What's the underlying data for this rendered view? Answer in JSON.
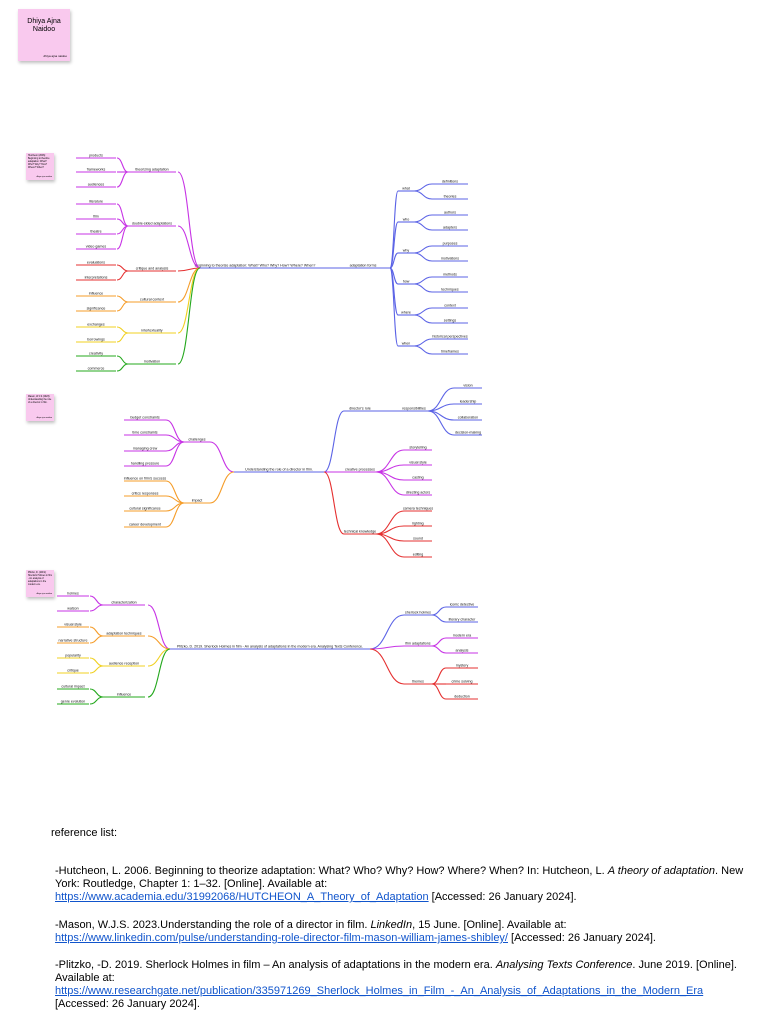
{
  "name_note": {
    "title": "Dhiya Ajna Naidoo",
    "signature": "dhiya ajna naidoo"
  },
  "maps": [
    {
      "mini_note": {
        "text": "Hutcheon (2006): Beginning to theorize adaptation: What? Who? Why? How? Where? When?",
        "signature": "dhiya ajna naidoo"
      },
      "center": {
        "label": "Beginning to theorize adaptation: What? Who? Why? How? Where? When?"
      },
      "left": [
        {
          "label": "theorizing adaptation",
          "color": "#c733e5",
          "children": [
            "products",
            "frameworks",
            "audiences"
          ]
        },
        {
          "label": "double-sided adaptations",
          "color": "#c733e5",
          "children": [
            "literature",
            "film",
            "theatre",
            "video games"
          ]
        },
        {
          "label": "critique and analysis",
          "color": "#e53030",
          "children": [
            "evaluations",
            "interpretations"
          ]
        },
        {
          "label": "cultural context",
          "color": "#f59d2a",
          "children": [
            "influence",
            "significance"
          ]
        },
        {
          "label": "intertextuality",
          "color": "#f0d020",
          "children": [
            "exchanges",
            "borrowings"
          ]
        },
        {
          "label": "motivation",
          "color": "#24a81d",
          "children": [
            "creativity",
            "commerce"
          ]
        }
      ],
      "right": {
        "label": "adaptation forms",
        "color": "#5b63e6",
        "groups": [
          {
            "label": "what",
            "color": "#5b63e6",
            "children": [
              "definitions",
              "theories"
            ]
          },
          {
            "label": "who",
            "color": "#5b63e6",
            "children": [
              "authors",
              "adapters"
            ]
          },
          {
            "label": "why",
            "color": "#5b63e6",
            "children": [
              "purposes",
              "motivations"
            ]
          },
          {
            "label": "how",
            "color": "#5b63e6",
            "children": [
              "methods",
              "techniques"
            ]
          },
          {
            "label": "where",
            "color": "#5b63e6",
            "children": [
              "context",
              "settings"
            ]
          },
          {
            "label": "when",
            "color": "#5b63e6",
            "children": [
              "historical perspectives",
              "timeframes"
            ]
          }
        ]
      }
    },
    {
      "mini_note": {
        "text": "Mason, W.J.S (2023): Understanding the role of a director in film.",
        "signature": "dhiya ajna naidoo"
      },
      "center": {
        "label": "Understanding the role of a director in film."
      },
      "left": [
        {
          "label": "challenges",
          "color": "#c733e5",
          "children": [
            "budget constraints",
            "time constraints",
            "managing crew",
            "handling pressure"
          ]
        },
        {
          "label": "impact",
          "color": "#f59d2a",
          "children": [
            "influence on film's success",
            "critics responses",
            "cultural significance",
            "career development"
          ]
        }
      ],
      "right_groups": [
        {
          "label": "director's role",
          "color": "#5b63e6",
          "sub": {
            "label": "responsibilities",
            "children": [
              "vision",
              "leadership",
              "collaboration",
              "decision-making"
            ]
          }
        },
        {
          "label": "creative processes",
          "color": "#c733e5",
          "children": [
            "storytelling",
            "visual style",
            "casting",
            "directing actors"
          ]
        },
        {
          "label": "technical knowledge",
          "color": "#e53030",
          "children": [
            "camera techniques",
            "lighting",
            "sound",
            "editing"
          ]
        }
      ]
    },
    {
      "mini_note": {
        "text": "Plitzko, D. (2019): Sherlock Holmes in film - An analysis of adaptations in the modern era.",
        "signature": "dhiya ajna naidoo"
      },
      "center": {
        "label": "Plitzko, D. 2019. Sherlock Holmes in film - An analysis of adaptations in the modern era. Analysing Texts Conference."
      },
      "left": [
        {
          "label": "characterization",
          "color": "#c733e5",
          "children": [
            "holmes",
            "watson"
          ]
        },
        {
          "label": "adaptation techniques",
          "color": "#f59d2a",
          "children": [
            "visual style",
            "narrative structure"
          ]
        },
        {
          "label": "audience reception",
          "color": "#f0d020",
          "children": [
            "popularity",
            "critique"
          ]
        },
        {
          "label": "influence",
          "color": "#24a81d",
          "children": [
            "cultural impact",
            "genre evolution"
          ]
        }
      ],
      "right": [
        {
          "label": "sherlock holmes",
          "color": "#5b63e6",
          "children": [
            "iconic detective",
            "literary character"
          ]
        },
        {
          "label": "film adaptations",
          "color": "#c733e5",
          "children": [
            "modern era",
            "analysis"
          ]
        },
        {
          "label": "themes",
          "color": "#e53030",
          "children": [
            "mystery",
            "crime solving",
            "deduction"
          ]
        }
      ]
    }
  ],
  "references": {
    "title": "reference list:",
    "items": [
      {
        "pre": "-Hutcheon, L. 2006. Beginning to theorize adaptation: What? Who? Why? How? Where? When? In: Hutcheon, L. ",
        "italic": "A theory of adaptation",
        "post": ". New York: Routledge, Chapter 1: 1–32. [Online]. Available at:",
        "link": "https://www.academia.edu/31992068/HUTCHEON_A_Theory_of_Adaptation",
        "accessed": " [Accessed: 26 January 2024]."
      },
      {
        "pre": "-Mason, W.J.S. 2023.Understanding the role of a director in film. ",
        "italic": "LinkedIn",
        "post": ", 15 June. [Online]. Available at:",
        "link": "https://www.linkedin.com/pulse/understanding-role-director-film-mason-william-james-shibley/",
        "accessed": " [Accessed: 26 January 2024]."
      },
      {
        "pre": "-Plitzko, -D. 2019. Sherlock Holmes in film – An analysis of adaptations in the modern era. ",
        "italic": "Analysing Texts Conference",
        "post": ". June 2019. [Online]. Available at:",
        "link": "https://www.researchgate.net/publication/335971269_Sherlock_Holmes_in_Film_-_An_Analysis_of_Adaptations_in_the_Modern_Era",
        "accessed": " [Accessed: 26 January 2024]."
      }
    ]
  }
}
